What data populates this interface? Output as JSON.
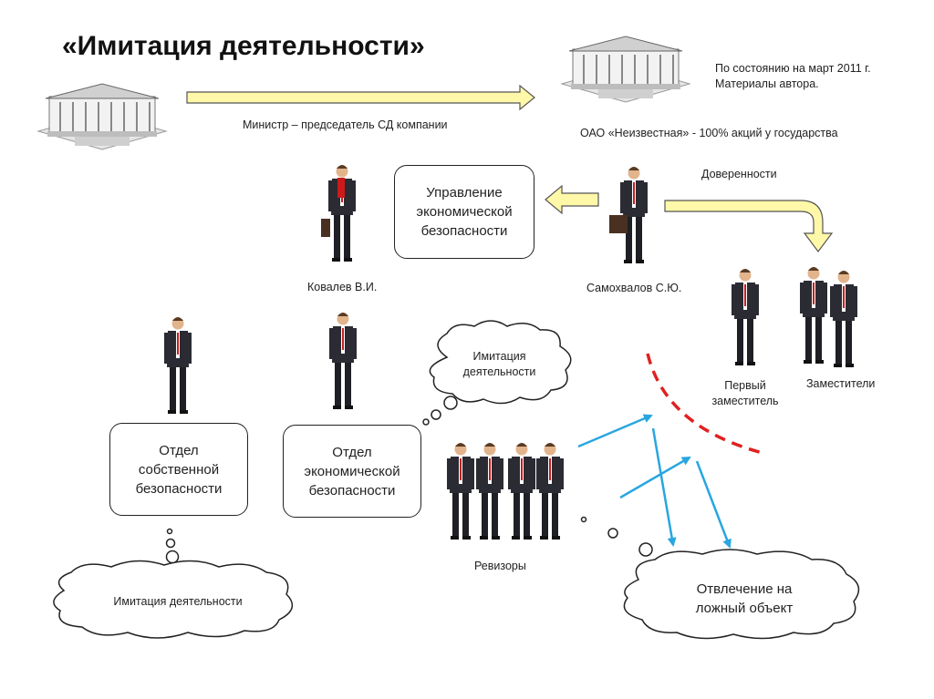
{
  "title": "«Имитация деятельности»",
  "note": {
    "line1": "По состоянию на март 2011 г.",
    "line2": "Материалы автора."
  },
  "labels": {
    "minister_arrow": "Министр – председатель СД компании",
    "company": "ОАО «Неизвестная» - 100% акций у государства",
    "proxies": "Доверенности",
    "kovalev": "Ковалев В.И.",
    "samokhvalov": "Самохвалов С.Ю.",
    "first_deputy_1": "Первый",
    "first_deputy_2": "заместитель",
    "deputies": "Заместители",
    "auditors": "Ревизоры"
  },
  "boxes": {
    "economic_security_mgmt": [
      "Управление",
      "экономической",
      "безопасности"
    ],
    "own_security_dept": [
      "Отдел",
      "собственной",
      "безопасности"
    ],
    "economic_security_dept": [
      "Отдел",
      "экономической",
      "безопасности"
    ]
  },
  "clouds": {
    "imitation_top": [
      "Имитация",
      "деятельности"
    ],
    "imitation_bottom": "Имитация деятельности",
    "distraction": [
      "Отвлечение на",
      "ложный объект"
    ]
  },
  "colors": {
    "arrow_fill": "#fff8a8",
    "arrow_stroke": "#555555",
    "red_dashed": "#e02020",
    "blue_arrow": "#29a6e0",
    "box_stroke": "#222222"
  },
  "icons": [
    "ministry-building-icon",
    "company-building-icon",
    "person-icon"
  ]
}
